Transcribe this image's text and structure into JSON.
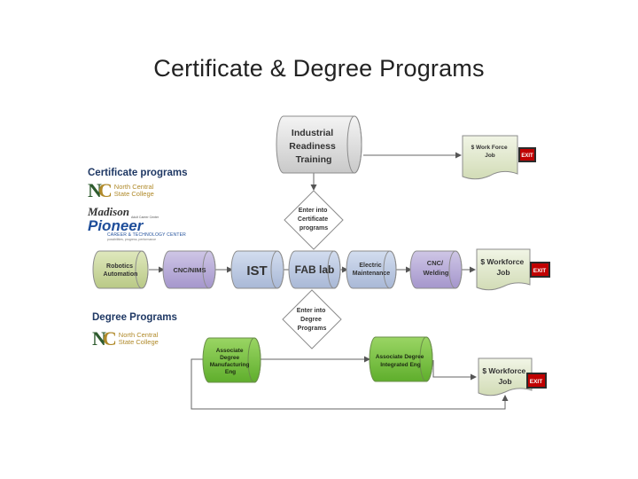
{
  "title": "Certificate & Degree Programs",
  "sidebar": {
    "certificate_heading": "Certificate programs",
    "degree_heading": "Degree Programs",
    "nc_logo_line1": "North Central",
    "nc_logo_line2": "State College",
    "pioneer_logo": {
      "top": "Madison",
      "small": "Adult Career Center",
      "name": "Pioneer",
      "sub": "CAREER & TECHNOLOGY CENTER",
      "tagline": "possibilities, progress, performance"
    }
  },
  "nodes": {
    "industrial": [
      "Industrial",
      "Readiness",
      "Training"
    ],
    "workforce_top": [
      "$ Work Force",
      "Job"
    ],
    "enter_cert": [
      "Enter into",
      "Certificate",
      "programs"
    ],
    "robotics": [
      "Robotics",
      "Automation"
    ],
    "cnc_nims": [
      "CNC/NIMS"
    ],
    "ist": [
      "IST"
    ],
    "fab": [
      "FAB lab"
    ],
    "electric": [
      "Electric",
      "Maintenance"
    ],
    "cnc_welding": [
      "CNC/",
      "Welding"
    ],
    "workforce_mid": [
      "$ Workforce",
      "Job"
    ],
    "enter_degree": [
      "Enter into",
      "Degree",
      "Programs"
    ],
    "assoc_mfg": [
      "Associate",
      "Degree",
      "Manufacturing",
      "Eng"
    ],
    "assoc_int": [
      "Associate Degree",
      "Integrated Eng"
    ],
    "workforce_bot": [
      "$ Workforce",
      "Job"
    ]
  },
  "exit_label": "EXIT",
  "colors": {
    "olive": "#c8d79a",
    "purple": "#b4a7d6",
    "steel": "#b9c7e0",
    "gray": "#d9d9d9",
    "green": "#7cc242",
    "note": "#e4ead2",
    "exit": "#c00000"
  }
}
